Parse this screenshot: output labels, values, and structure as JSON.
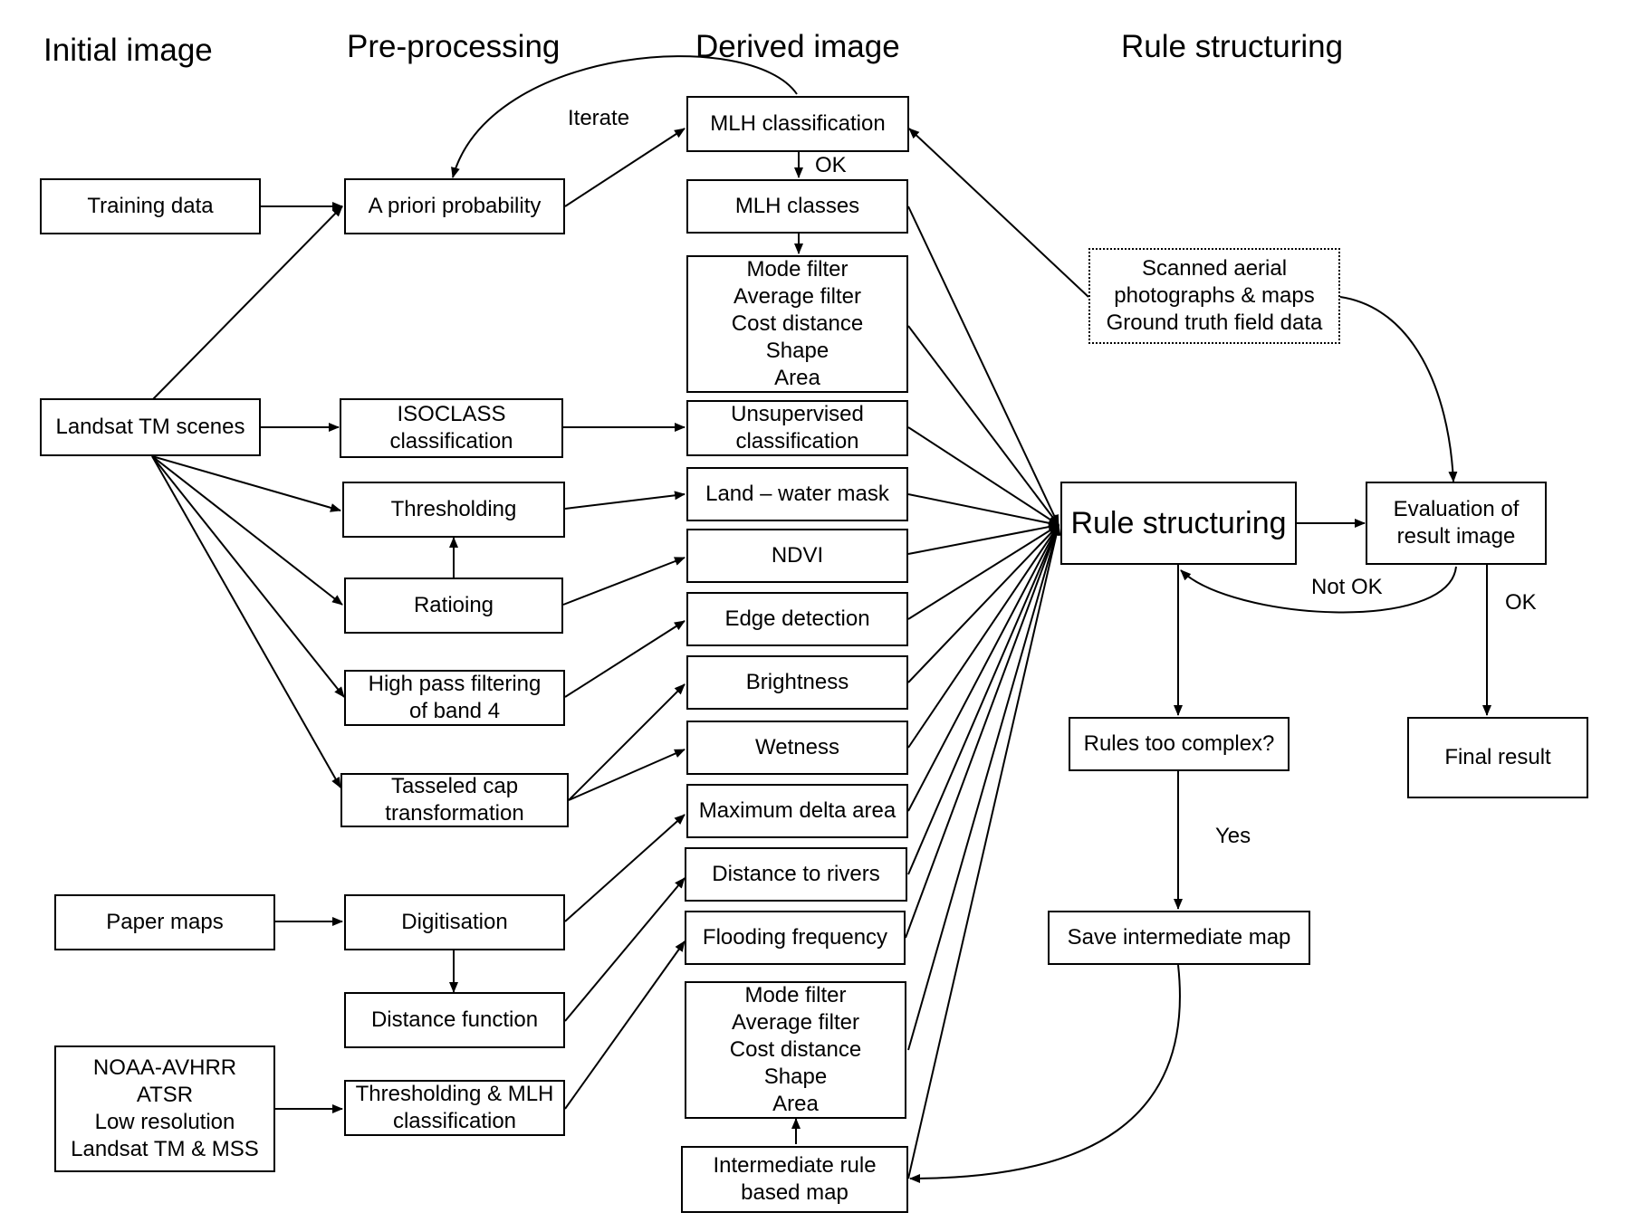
{
  "headers": {
    "initial": "Initial image",
    "preprocessing": "Pre-processing",
    "derived": "Derived image",
    "rules": "Rule structuring"
  },
  "nodes": {
    "training": [
      "Training data"
    ],
    "landsat": [
      "Landsat TM scenes"
    ],
    "paper": [
      "Paper maps"
    ],
    "noaa": [
      "NOAA-AVHRR",
      "ATSR",
      "Low resolution",
      "Landsat TM & MSS"
    ],
    "apriori": [
      "A priori probability"
    ],
    "isoclass": [
      "ISOCLASS",
      "classification"
    ],
    "thresholding": [
      "Thresholding"
    ],
    "ratioing": [
      "Ratioing"
    ],
    "highpass": [
      "High pass filtering",
      "of band 4"
    ],
    "tasseled": [
      "Tasseled cap",
      "transformation"
    ],
    "digitisation": [
      "Digitisation"
    ],
    "distfunc": [
      "Distance function"
    ],
    "threshmlh": [
      "Thresholding & MLH",
      "classification"
    ],
    "mlhclass": [
      "MLH classification"
    ],
    "mlhclasses": [
      "MLH classes"
    ],
    "mode1": [
      "Mode filter",
      "Average filter",
      "Cost distance",
      "Shape",
      "Area"
    ],
    "unsup": [
      "Unsupervised",
      "classification"
    ],
    "landwater": [
      "Land – water mask"
    ],
    "ndvi": [
      "NDVI"
    ],
    "edge": [
      "Edge detection"
    ],
    "brightness": [
      "Brightness"
    ],
    "wetness": [
      "Wetness"
    ],
    "maxdelta": [
      "Maximum delta area"
    ],
    "distrivers": [
      "Distance to rivers"
    ],
    "flooding": [
      "Flooding frequency"
    ],
    "mode2": [
      "Mode filter",
      "Average filter",
      "Cost distance",
      "Shape",
      "Area"
    ],
    "intermediate": [
      "Intermediate rule",
      "based map"
    ],
    "scanned": [
      "Scanned aerial",
      "photographs & maps",
      "Ground truth field data"
    ],
    "rulestruct": [
      "Rule structuring"
    ],
    "evaluation": [
      "Evaluation of",
      "result image"
    ],
    "final": [
      "Final result"
    ],
    "complex": [
      "Rules too complex?"
    ],
    "save": [
      "Save intermediate map"
    ]
  },
  "labels": {
    "iterate": "Iterate",
    "ok_mlh": "OK",
    "not_ok": "Not OK",
    "ok_eval": "OK",
    "yes": "Yes"
  }
}
